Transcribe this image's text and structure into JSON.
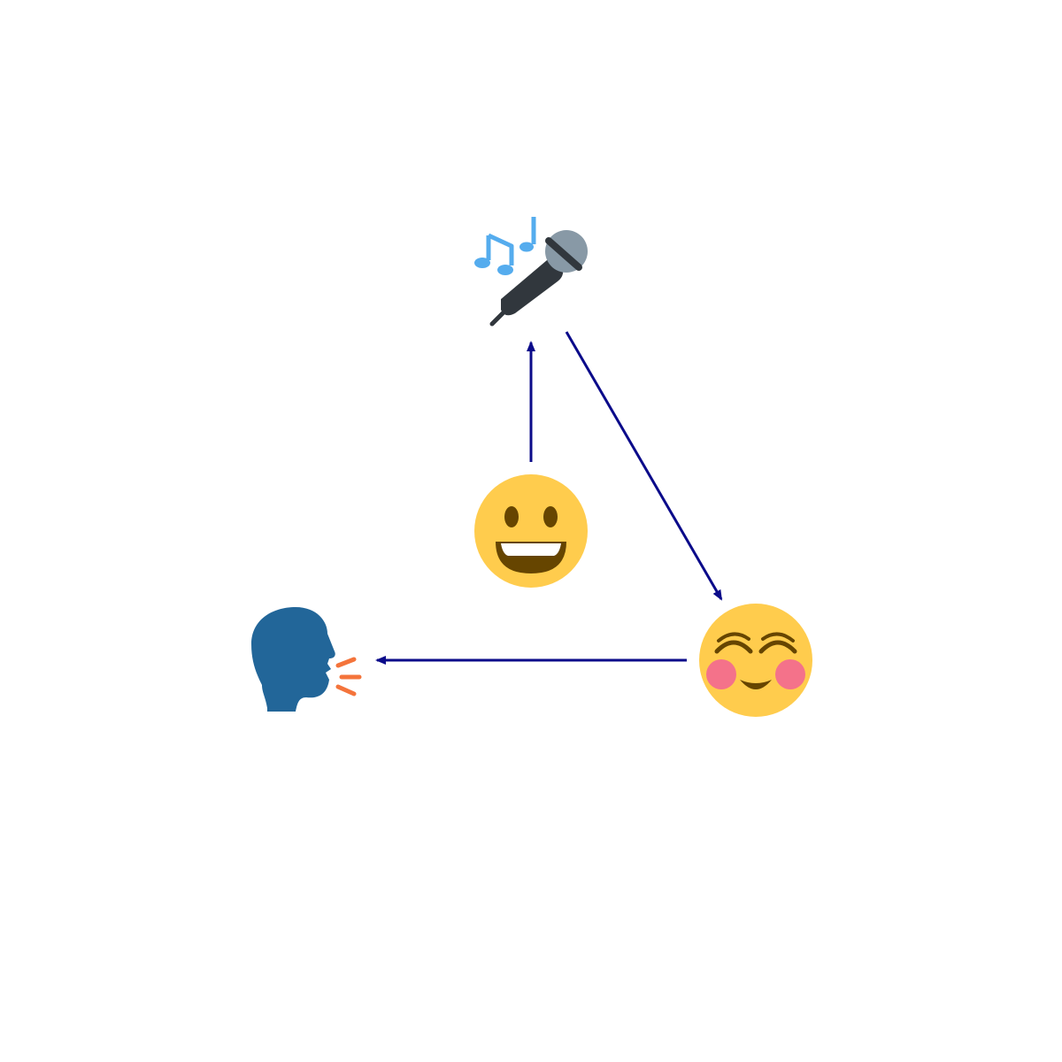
{
  "diagram": {
    "nodes": [
      {
        "id": "grinning",
        "icon": "grinning-face-icon"
      },
      {
        "id": "microphone",
        "icon": "microphone-music-notes-icon"
      },
      {
        "id": "smiling",
        "icon": "smiling-blushing-face-icon"
      },
      {
        "id": "speaking",
        "icon": "speaking-head-icon"
      }
    ],
    "edges": [
      {
        "from": "grinning",
        "to": "microphone"
      },
      {
        "from": "microphone",
        "to": "smiling"
      },
      {
        "from": "smiling",
        "to": "speaking"
      }
    ],
    "colors": {
      "arrow": "#0b0b8a",
      "face": "#ffcc4d",
      "face_features": "#664500",
      "mouth_inner": "#664500",
      "teeth": "#ffffff",
      "blush": "#f4728a",
      "mic_body": "#31373d",
      "mic_head": "#8899a6",
      "music_note": "#55acee",
      "head": "#226699",
      "speech_lines": "#f4743b"
    }
  }
}
